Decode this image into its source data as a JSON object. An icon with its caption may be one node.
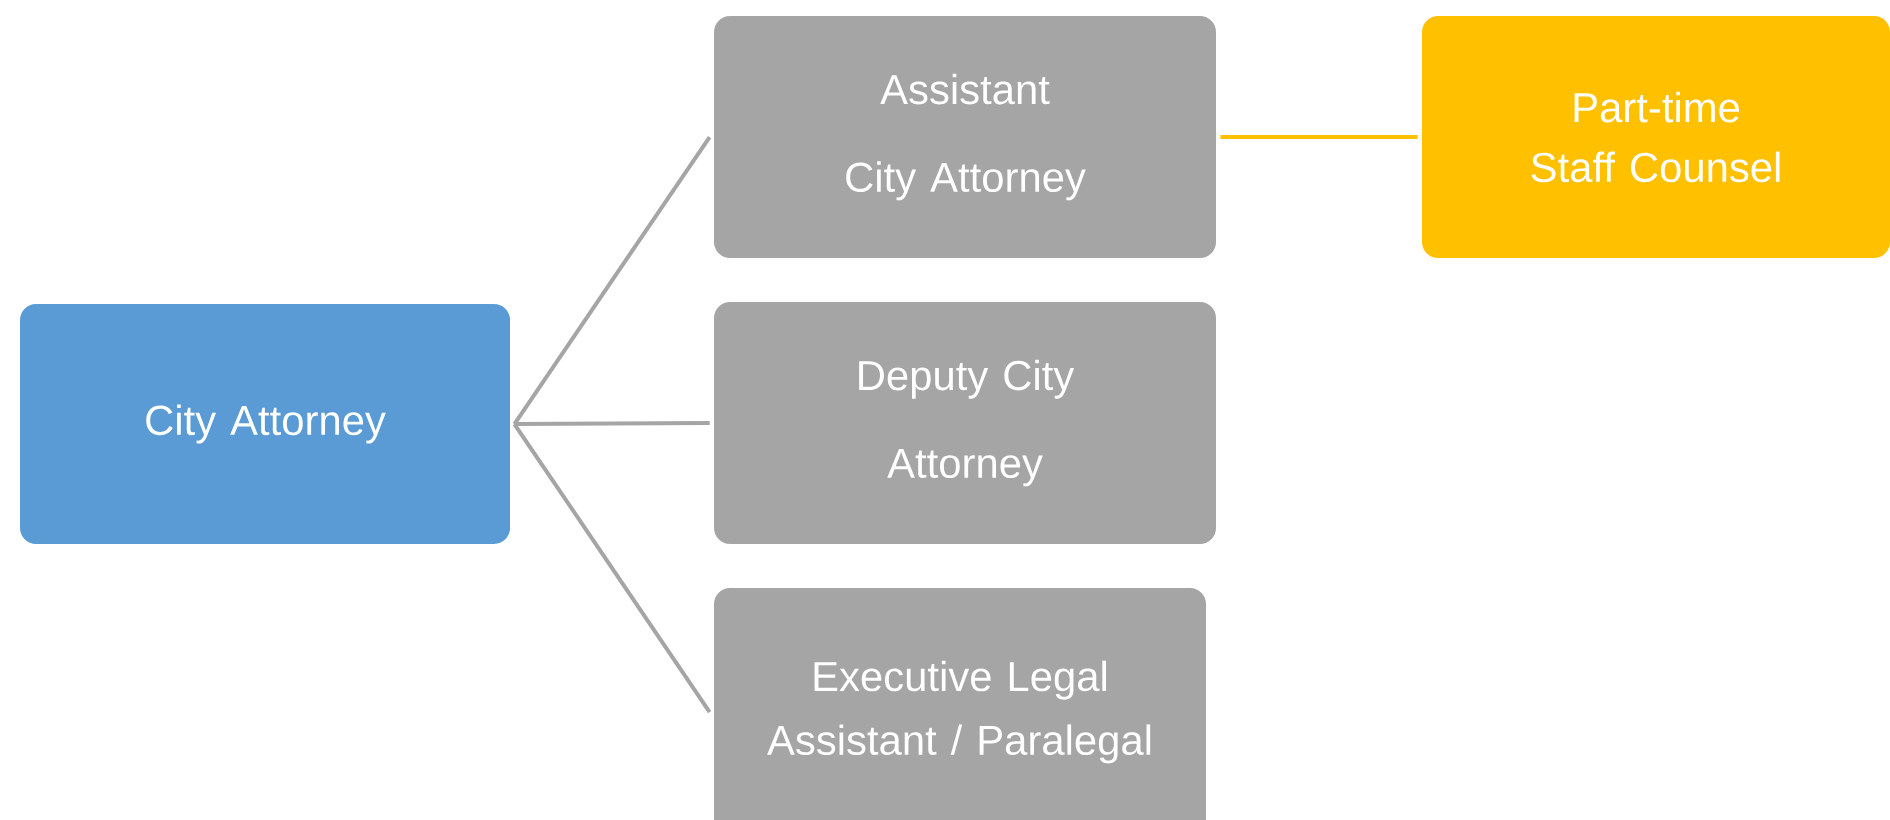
{
  "diagram": {
    "nodes": [
      {
        "text": [
          "City Attorney"
        ]
      },
      {
        "text": [
          "Assistant City Attorney"
        ]
      },
      {
        "text": [
          "Deputy City Attorney"
        ]
      },
      {
        "text": [
          "Executive Legal Assistant / Paralegal"
        ]
      },
      {
        "text": [
          "Part-time Staff Counsel"
        ]
      }
    ],
    "edges": [
      {
        "from": 0,
        "to": 1,
        "arrow": "none"
      },
      {
        "from": 0,
        "to": 2,
        "arrow": "none"
      },
      {
        "from": 0,
        "to": 3,
        "arrow": "none"
      },
      {
        "from": 1,
        "to": 4,
        "arrow": "none",
        "color": "#ffc000"
      }
    ]
  }
}
